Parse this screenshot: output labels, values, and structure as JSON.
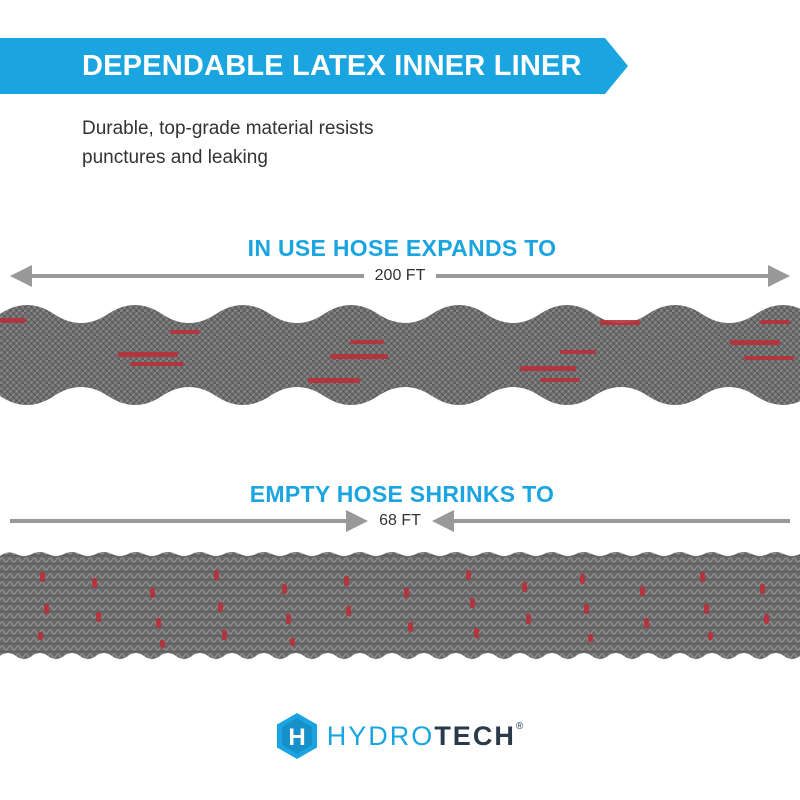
{
  "banner": {
    "title": "DEPENDABLE LATEX INNER LINER"
  },
  "subtitle": {
    "line1": "Durable, top-grade material resists",
    "line2": "punctures and leaking"
  },
  "expanded": {
    "heading": "IN USE HOSE EXPANDS TO",
    "length": "200 FT"
  },
  "contracted": {
    "heading": "EMPTY HOSE SHRINKS TO",
    "length": "68 FT"
  },
  "logo": {
    "part1": "HYDRO",
    "part2": "TECH",
    "reg": "®",
    "letter": "H"
  },
  "colors": {
    "accent": "#1ba5e0",
    "hose": "#6e6e6e",
    "stripe": "#b8303a",
    "arrow": "#999999"
  }
}
